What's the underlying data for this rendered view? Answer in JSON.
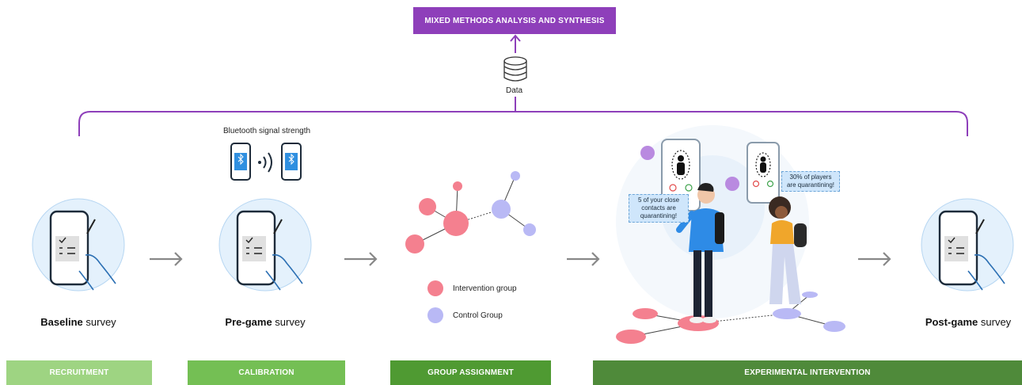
{
  "top_box": {
    "label": "MIXED METHODS ANALYSIS AND SYNTHESIS"
  },
  "data_store": {
    "label": "Data",
    "icon": "database-icon"
  },
  "bluetooth": {
    "label": "Bluetooth signal strength"
  },
  "surveys": [
    {
      "bold": "Baseline",
      "rest": " survey"
    },
    {
      "bold": "Pre-game",
      "rest": " survey"
    },
    {
      "bold": "Post-game",
      "rest": " survey"
    }
  ],
  "legend": {
    "intervention": "Intervention group",
    "control": "Control Group",
    "intervention_color": "#f4808f",
    "control_color": "#b9b9f5"
  },
  "bubbles": {
    "contacts": "5 of your close contacts are quarantining!",
    "players": "30% of players are quarantining!"
  },
  "phases": [
    {
      "label": "RECRUITMENT",
      "color": "#9ed482"
    },
    {
      "label": "CALIBRATION",
      "color": "#74bf54"
    },
    {
      "label": "GROUP ASSIGNMENT",
      "color": "#4f9a32"
    },
    {
      "label": "EXPERIMENTAL INTERVENTION",
      "color": "#4f8a3a"
    }
  ],
  "colors": {
    "accent": "#8e3fba",
    "arrow": "#888888"
  }
}
